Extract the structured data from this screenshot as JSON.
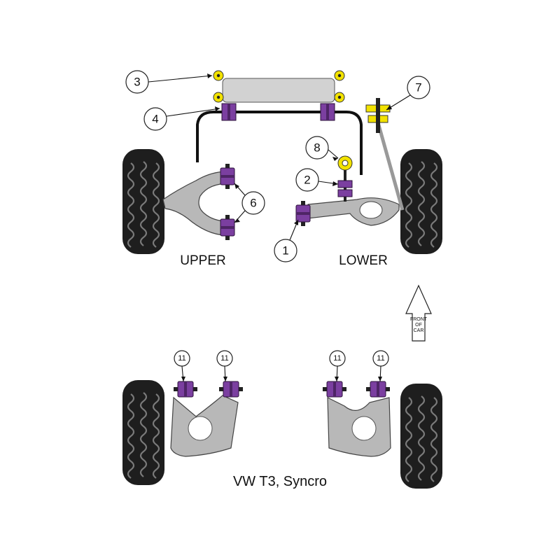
{
  "callouts": {
    "c1": "1",
    "c2": "2",
    "c3": "3",
    "c4": "4",
    "c6": "6",
    "c7": "7",
    "c8": "8",
    "c11": "11"
  },
  "labels": {
    "upper": "UPPER",
    "lower": "LOWER",
    "model": "VW T3, Syncro",
    "front_line1": "FRONT",
    "front_line2": "OF",
    "front_line3": "CAR"
  },
  "colors": {
    "bush_purple": "#7b3fa0",
    "bush_yellow": "#f2e200",
    "arm_grey": "#b8b8b8",
    "tyre_black": "#1e1e1e"
  },
  "icons": {
    "front_arrow": "up-arrow-icon"
  }
}
